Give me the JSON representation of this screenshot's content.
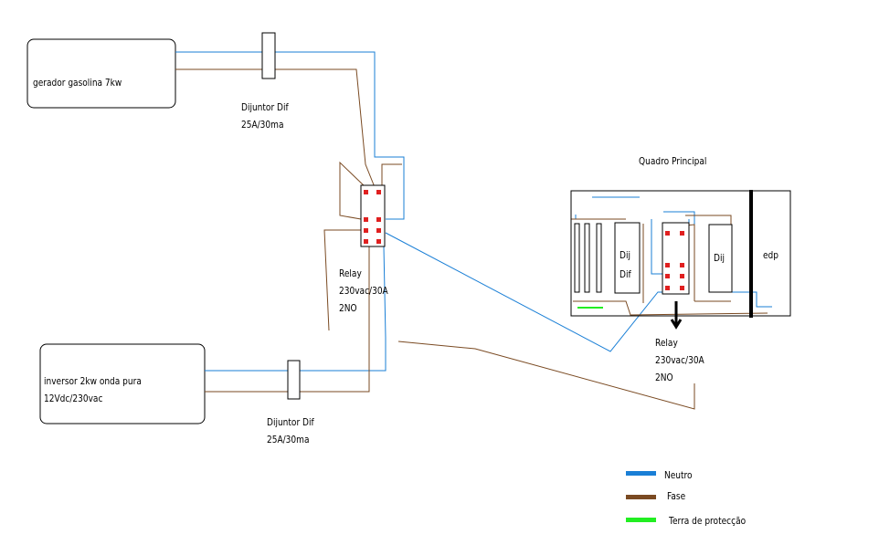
{
  "labels": {
    "generator": "gerador gasolina 7kw",
    "inverter_line1": "inversor 2kw onda pura",
    "inverter_line2": "12Vdc/230vac",
    "breaker_top_line1": "Dijuntor Dif",
    "breaker_top_line2": "25A/30ma",
    "breaker_bottom_line1": "Dijuntor Dif",
    "breaker_bottom_line2": "25A/30ma",
    "relay_left_line1": "Relay",
    "relay_left_line2": "230vac/30A",
    "relay_left_line3": "2NO",
    "main_panel_title": "Quadro Principal",
    "dij_dif_line1": "Dij",
    "dij_dif_line2": "Dif",
    "dij": "Dij",
    "edp": "edp",
    "relay_right_line1": "Relay",
    "relay_right_line2": "230vac/30A",
    "relay_right_line3": "2NO"
  },
  "legend": [
    {
      "label": "Neutro",
      "color": "#1a7fd6"
    },
    {
      "label": "Fase",
      "color": "#7a4a22"
    },
    {
      "label": "Terra de protecção",
      "color": "#22ee22"
    }
  ],
  "colors": {
    "neutral": "#1a7fd6",
    "phase": "#7a4a22",
    "earth": "#22ee22",
    "contact": "#e02020"
  }
}
